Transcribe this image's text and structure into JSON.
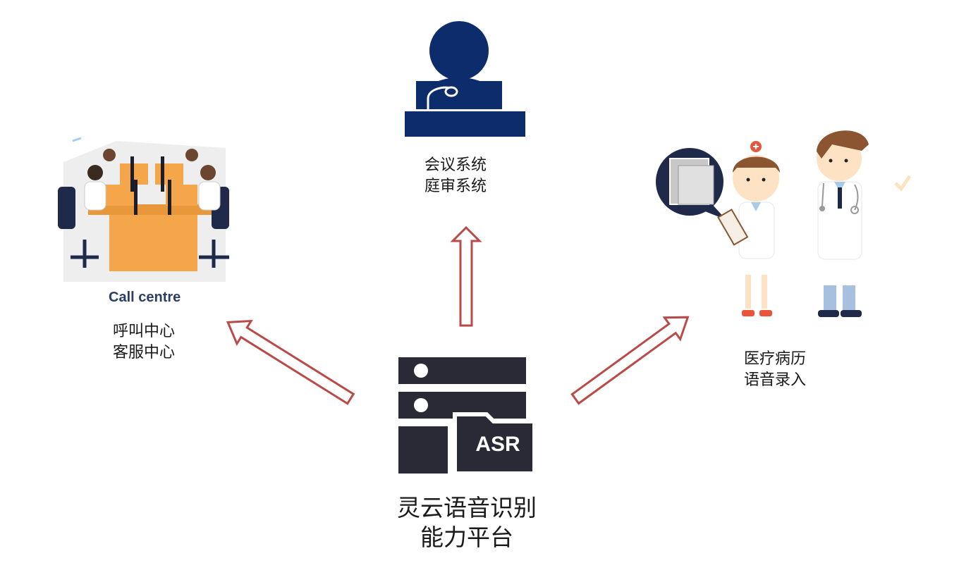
{
  "center": {
    "icon_text": "ASR",
    "title_line1": "灵云语音识别",
    "title_line2": "能力平台",
    "server_icon": "server-folder-icon"
  },
  "top": {
    "line1": "会议系统",
    "line2": "庭审系统",
    "icon": "speaker-podium-icon"
  },
  "left": {
    "title": "Call centre",
    "line1": "呼叫中心",
    "line2": "客服中心",
    "icon": "call-centre-illustration"
  },
  "right": {
    "line1": "医疗病历",
    "line2": "语音录入",
    "icon": "doctor-nurse-illustration"
  },
  "colors": {
    "arrow": "#b94a48",
    "navy": "#0d2c6c",
    "server": "#2a2a36",
    "desk": "#f5a54a"
  }
}
